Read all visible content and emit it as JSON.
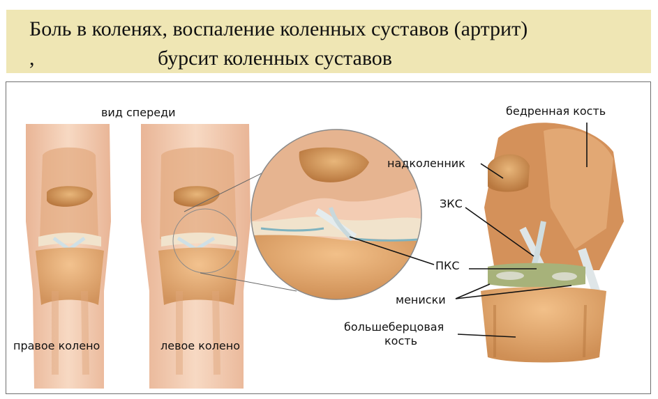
{
  "title": {
    "line1": "Боль в коленях, воспаление коленных суставов (артрит)",
    "comma": ",",
    "line2": "бурсит коленных суставов"
  },
  "labels": {
    "front_view": "вид спереди",
    "right_knee": "правое колено",
    "left_knee": "левое колено",
    "femur": "бедренная кость",
    "patella": "надколенник",
    "acl": "ЗКС",
    "pcl": "ПКС",
    "menisci": "мениски",
    "tibia_line1": "большеберцовая",
    "tibia_line2": "кость"
  },
  "colors": {
    "title_band": "#efe6b4",
    "skin": "#f2c9ad",
    "bone": "#d9a066",
    "cartilage": "#f1e3cc",
    "ligament": "#dfe6e8",
    "meniscus": "#a7b27a"
  }
}
